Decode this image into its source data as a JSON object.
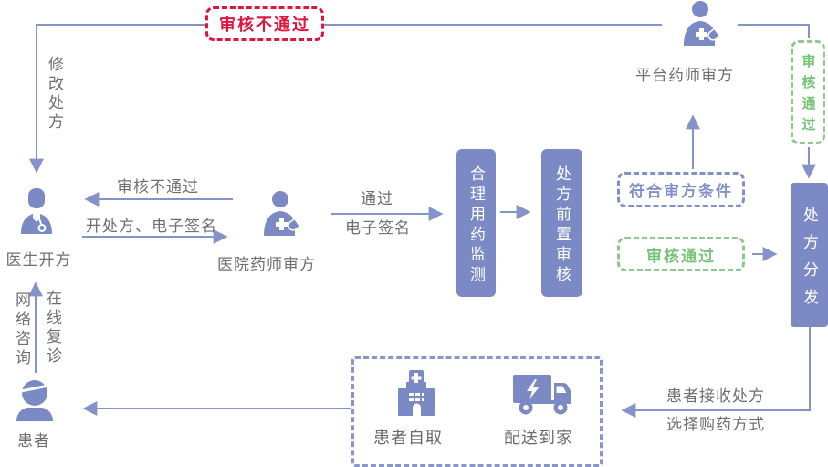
{
  "colors": {
    "primary": "#7b8ac5",
    "line": "#8593cb",
    "red": "#e0143c",
    "green": "#8fc98f",
    "gray_text": "#6f6f6f",
    "white": "#ffffff"
  },
  "nodes": {
    "doctor": {
      "label": "医生开方",
      "icon": "doctor-icon"
    },
    "hospital_pharmacist": {
      "label": "医院药师审方",
      "icon": "pharmacist-icon"
    },
    "platform_pharmacist": {
      "label": "平台药师审方",
      "icon": "pharmacist-icon"
    },
    "patient": {
      "label": "患者",
      "icon": "patient-icon"
    },
    "rational_drug_monitoring": {
      "label": "合理用药监测"
    },
    "prescription_pre_review": {
      "label": "处方前置审核"
    },
    "prescription_dispatch": {
      "label": "处方分发"
    },
    "patient_self_pickup": {
      "label": "患者自取",
      "icon": "hospital-icon"
    },
    "home_delivery": {
      "label": "配送到家",
      "icon": "truck-icon"
    }
  },
  "badges": {
    "review_rejected_top": "审核不通过",
    "review_passed_vertical": "审核通过",
    "meets_review_condition": "符合审方条件",
    "review_passed": "审核通过"
  },
  "edge_labels": {
    "modify_prescription": "修改处方",
    "review_rejected": "审核不通过",
    "issue_prescription_esign": "开处方、电子签名",
    "pass": "通过",
    "esignature": "电子签名",
    "online_consultation": "网络咨询",
    "online_followup": "在线复诊",
    "receive_prescription": "患者接收处方",
    "choose_purchase_method": "选择购药方式"
  }
}
